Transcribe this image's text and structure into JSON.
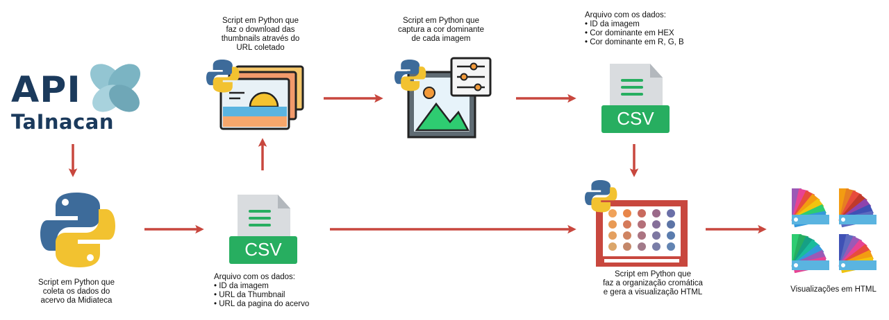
{
  "logo": {
    "title": "API",
    "subtitle": "TaInacan"
  },
  "nodes": {
    "collect": {
      "label_lines": [
        "Script em Python que",
        "coleta os dados do",
        "acervo da Midiateca"
      ]
    },
    "csv1": {
      "badge": "CSV",
      "caption": "Arquivo com os dados:",
      "items": [
        "ID da imagem",
        "URL da Thumbnail",
        "URL da pagina do acervo"
      ]
    },
    "download": {
      "label_lines": [
        "Script em Python que",
        "faz o download das",
        "thumbnails através do",
        "URL coletado"
      ]
    },
    "dominant": {
      "label_lines": [
        "Script em Python que",
        "captura a cor dominante",
        "de cada imagem"
      ]
    },
    "csv2": {
      "badge": "CSV",
      "caption": "Arquivo com os dados:",
      "items": [
        "ID da imagem",
        "Cor dominante em HEX",
        "Cor dominante em R, G, B"
      ]
    },
    "organize": {
      "label_lines": [
        "Script em Python que",
        "faz a organização cromática",
        "e gera a visualização HTML"
      ]
    },
    "output": {
      "label": "Visualizações em HTML"
    }
  },
  "colors": {
    "arrow": "#c8473e",
    "python_blue": "#3d6b9a",
    "python_yellow": "#f2c230",
    "csv_green": "#27ae60",
    "navy": "#1b3a5c",
    "teal": "#4f9bb0"
  }
}
